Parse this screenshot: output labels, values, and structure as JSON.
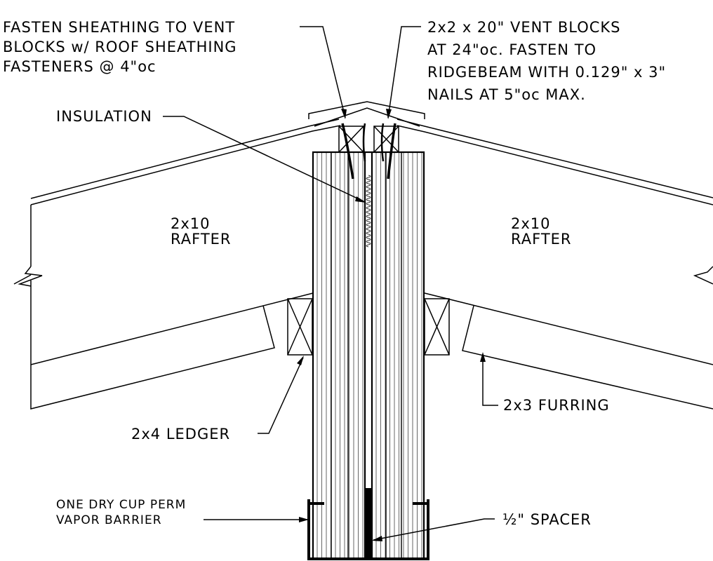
{
  "labels": {
    "fasten_note": [
      "FASTEN SHEATHING TO VENT",
      "BLOCKS w/ ROOF SHEATHING",
      "FASTENERS @ 4\"oc"
    ],
    "vent_blocks_note": [
      "2x2 x 20\" VENT BLOCKS",
      "AT 24\"oc. FASTEN TO",
      "RIDGEBEAM WITH 0.129\" x 3\"",
      "NAILS AT 5\"oc MAX."
    ],
    "insulation": "INSULATION",
    "rafter_left": [
      "2x10",
      "RAFTER"
    ],
    "rafter_right": [
      "2x10",
      "RAFTER"
    ],
    "ledger": "2x4 LEDGER",
    "furring": "2x3 FURRING",
    "vapor_barrier": [
      "ONE DRY CUP PERM",
      "VAPOR BARRIER"
    ],
    "spacer": "½\" SPACER"
  },
  "colors": {
    "line": "#000000",
    "background": "#ffffff"
  }
}
